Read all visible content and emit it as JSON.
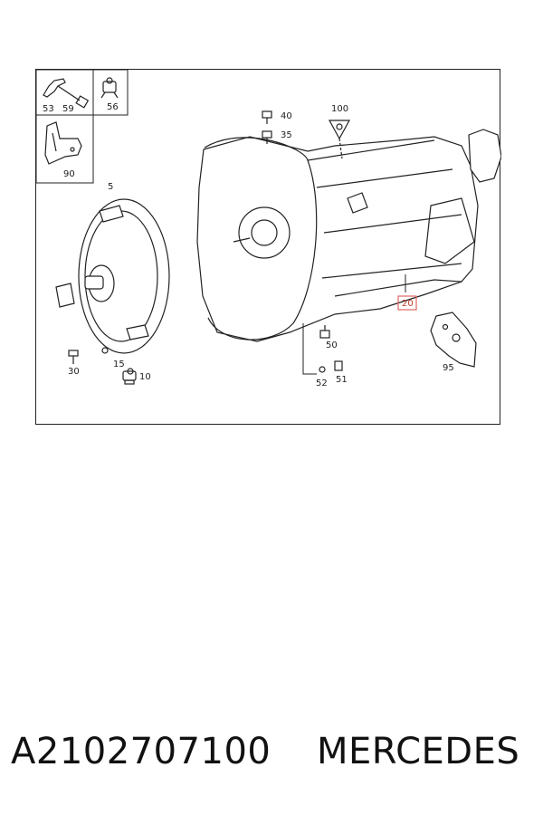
{
  "diagram": {
    "labels": {
      "p53": "53",
      "p59": "59",
      "p56": "56",
      "p90": "90",
      "p5": "5",
      "p30": "30",
      "p15": "15",
      "p10": "10",
      "p40": "40",
      "p35": "35",
      "p100": "100",
      "p50": "50",
      "p52": "52",
      "p51": "51",
      "p20": "20",
      "p95": "95"
    },
    "highlight_color": "#e06666",
    "line_color": "#222222"
  },
  "footer": {
    "part_number": "A2102707100",
    "brand": "MERCEDES"
  }
}
